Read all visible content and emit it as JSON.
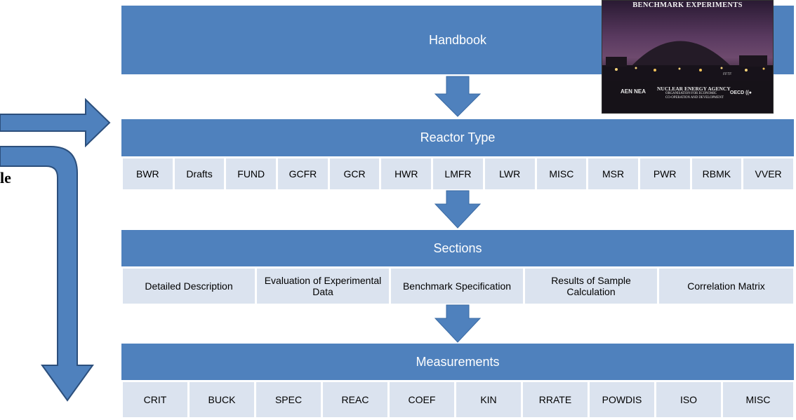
{
  "handbook": {
    "label": "Handbook"
  },
  "cover": {
    "title": "BENCHMARK EXPERIMENTS",
    "agency": "NUCLEAR ENERGY AGENCY",
    "org_line1": "ORGANISATION FOR ECONOMIC",
    "org_line2": "CO-OPERATION AND DEVELOPMENT",
    "nea_logo": "AEN NEA",
    "oecd_logo": "OECD",
    "caption": "FFTF"
  },
  "side_text": "le",
  "reactor_type": {
    "label": "Reactor Type",
    "items": [
      "BWR",
      "Drafts",
      "FUND",
      "GCFR",
      "GCR",
      "HWR",
      "LMFR",
      "LWR",
      "MISC",
      "MSR",
      "PWR",
      "RBMK",
      "VVER"
    ]
  },
  "sections": {
    "label": "Sections",
    "items": [
      "Detailed Description",
      "Evaluation of Experimental Data",
      "Benchmark Specification",
      "Results of Sample Calculation",
      "Correlation Matrix"
    ]
  },
  "measurements": {
    "label": "Measurements",
    "items": [
      "CRIT",
      "BUCK",
      "SPEC",
      "REAC",
      "COEF",
      "KIN",
      "RRATE",
      "POWDIS",
      "ISO",
      "MISC"
    ]
  },
  "colors": {
    "bar": "#4f81bd",
    "cell": "#dbe3ef",
    "arrow_stroke": "#2c4f7c"
  }
}
